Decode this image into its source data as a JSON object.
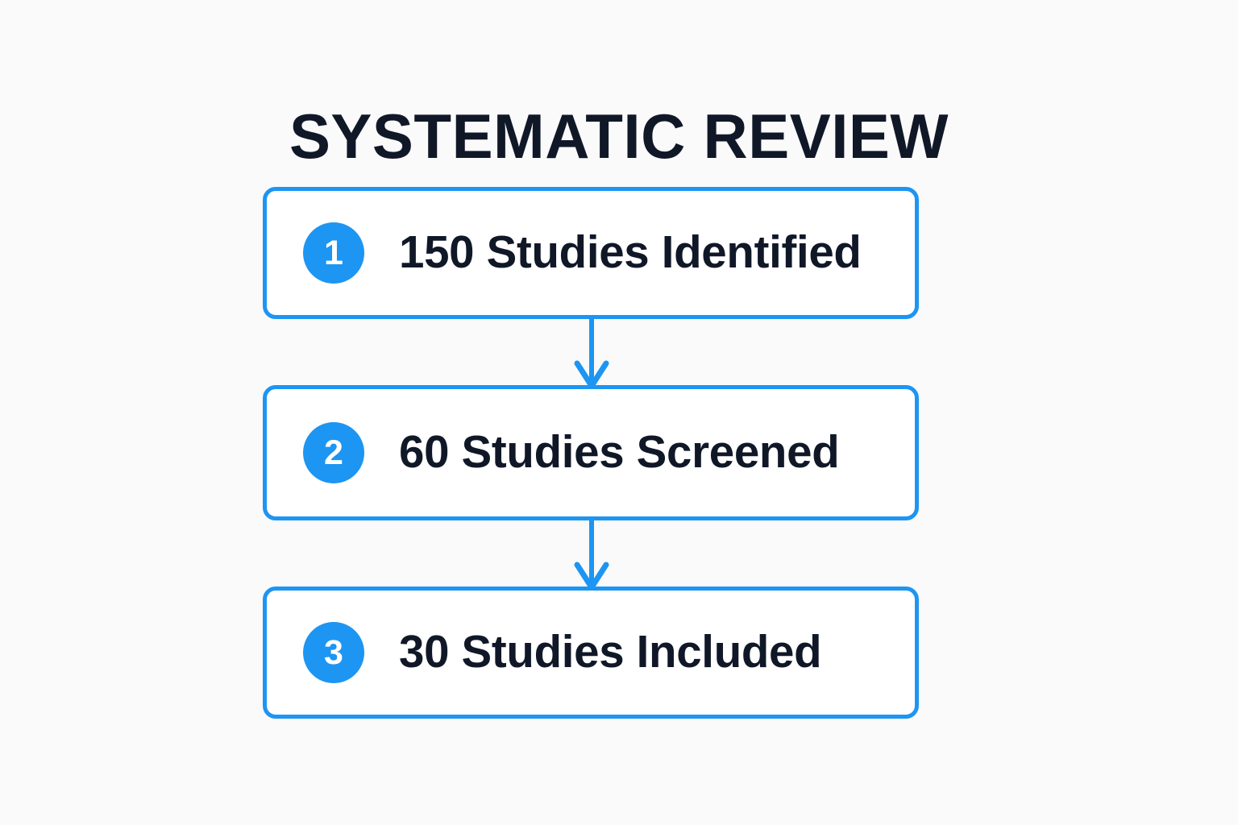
{
  "title": "SYSTEMATIC REVIEW",
  "colors": {
    "accent": "#1D95F2",
    "text": "#101828",
    "background": "#FAFAFA",
    "box_fill": "#FFFFFF",
    "badge_text": "#FFFFFF"
  },
  "steps": [
    {
      "number": "1",
      "label": "150 Studies Identified"
    },
    {
      "number": "2",
      "label": "60 Studies Screened"
    },
    {
      "number": "3",
      "label": "30 Studies Included"
    }
  ],
  "connectors": [
    {
      "from": "1",
      "to": "2",
      "icon": "arrow-down-icon"
    },
    {
      "from": "2",
      "to": "3",
      "icon": "arrow-down-icon"
    }
  ],
  "chart_data": {
    "type": "diagram",
    "diagram_type": "flowchart",
    "title": "SYSTEMATIC REVIEW",
    "orientation": "vertical",
    "nodes": [
      {
        "id": 1,
        "label": "150 Studies Identified",
        "count": 150,
        "stage": "Identified"
      },
      {
        "id": 2,
        "label": "60 Studies Screened",
        "count": 60,
        "stage": "Screened"
      },
      {
        "id": 3,
        "label": "30 Studies Included",
        "count": 30,
        "stage": "Included"
      }
    ],
    "edges": [
      {
        "from": 1,
        "to": 2,
        "style": "arrow-down"
      },
      {
        "from": 2,
        "to": 3,
        "style": "arrow-down"
      }
    ]
  }
}
